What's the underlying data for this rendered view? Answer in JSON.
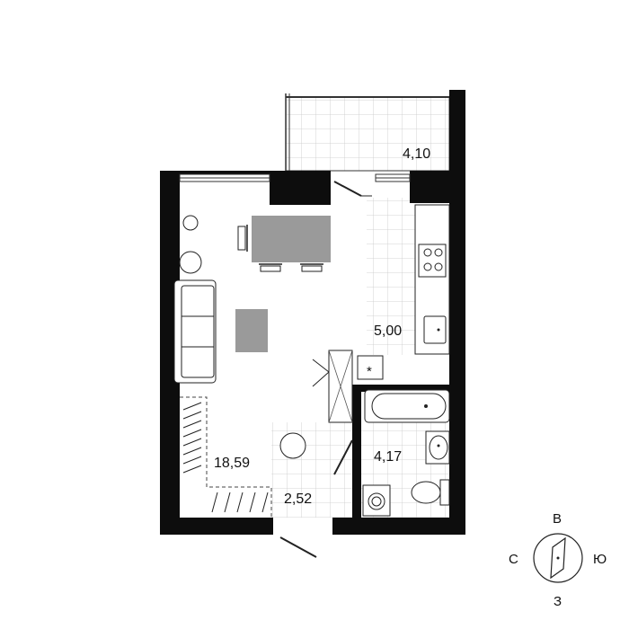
{
  "plan": {
    "rooms": [
      {
        "id": "balcony",
        "area": "4,10"
      },
      {
        "id": "kitchen",
        "area": "5,00"
      },
      {
        "id": "living",
        "area": "18,59"
      },
      {
        "id": "bathroom",
        "area": "4,17"
      },
      {
        "id": "hallway",
        "area": "2,52"
      }
    ]
  },
  "compass": {
    "north": "В",
    "south": "З",
    "west": "С",
    "east": "Ю"
  }
}
